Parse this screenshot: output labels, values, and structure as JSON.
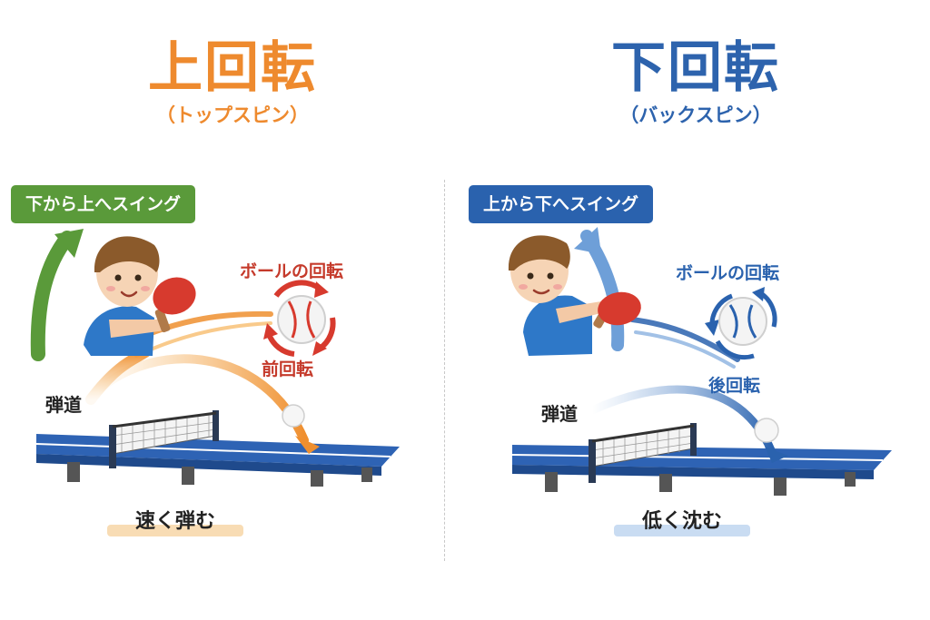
{
  "colors": {
    "orange": "#ee8a2e",
    "blue": "#2d63ad",
    "green": "#5a9a3a",
    "red": "#c53a2b",
    "navy": "#2a62ae",
    "table_blue": "#2e63b4",
    "highlight_orange": "#f8dcb4",
    "highlight_blue": "#c9dcf2"
  },
  "topspin": {
    "title": "上回転",
    "subtitle": "（トップスピン）",
    "swing_label": "下から上へスイング",
    "ball_rotation_label": "ボールの回転",
    "spin_label": "前回転",
    "trajectory_label": "弾道",
    "result_label": "速く弾む"
  },
  "backspin": {
    "title": "下回転",
    "subtitle": "（バックスピン）",
    "swing_label": "上から下へスイング",
    "ball_rotation_label": "ボールの回転",
    "spin_label": "後回転",
    "trajectory_label": "弾道",
    "result_label": "低く沈む"
  },
  "icons": {
    "swing_arrow": "curved-arrow-up-icon",
    "rotation_arrows": "rotation-arrows-icon",
    "ball": "ping-pong-ball-icon",
    "paddle": "red-paddle-icon",
    "net": "net-icon",
    "table": "table-tennis-table-icon"
  }
}
